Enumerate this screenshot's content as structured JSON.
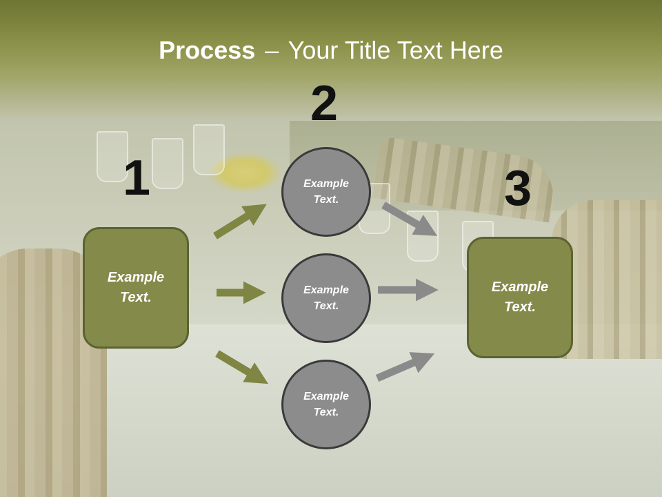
{
  "slide": {
    "title_strong": "Process",
    "title_separator": "–",
    "title_rest": "Your Title Text Here"
  },
  "steps": {
    "step1_number": "1",
    "step2_number": "2",
    "step3_number": "3"
  },
  "boxes": {
    "left_text": "Example\nText.",
    "right_text": "Example\nText."
  },
  "circles": {
    "top_text": "Example\nText.",
    "middle_text": "Example\nText.",
    "bottom_text": "Example\nText."
  },
  "colors": {
    "box_fill": "#848a4a",
    "circle_fill": "#8c8c8c",
    "olive_arrow": "#7f8543",
    "gray_arrow": "#8a8a8a"
  }
}
